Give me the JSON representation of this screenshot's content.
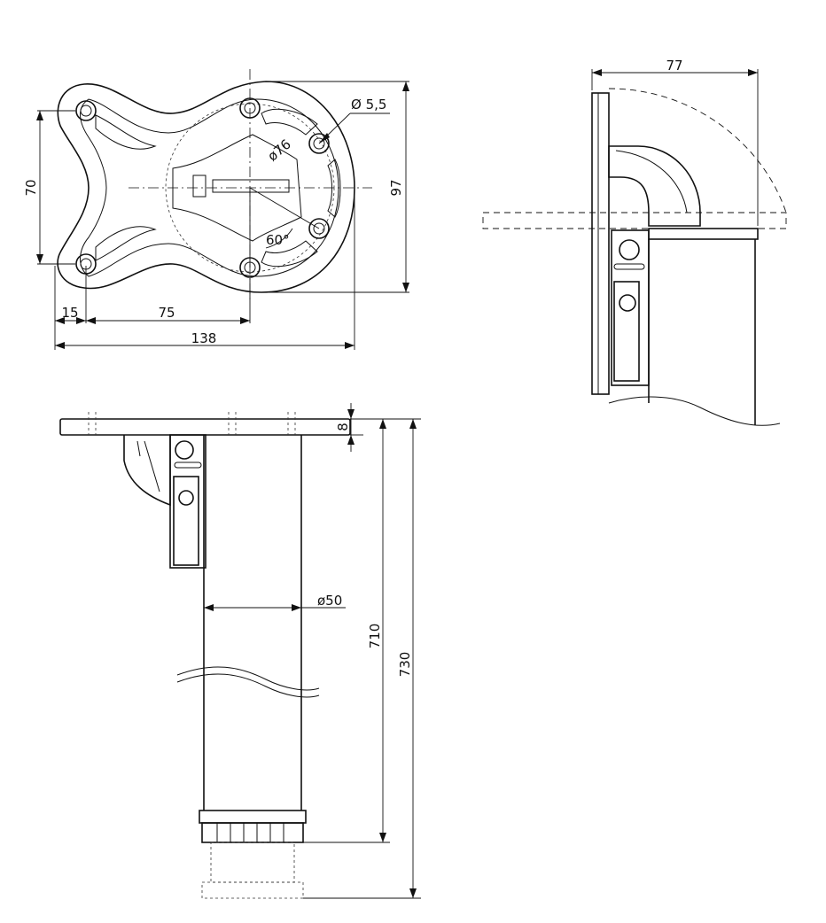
{
  "dimensions": {
    "top_view": {
      "hole_dia": "Ø 5,5",
      "pcd": "ø76",
      "angle": "60°",
      "hole_spacing_v": "70",
      "height": "97",
      "edge_offset": "15",
      "hole_spacing_h": "75",
      "width": "138"
    },
    "side_view": {
      "depth": "77"
    },
    "front_view": {
      "plate_thickness": "8",
      "tube_dia": "ø50",
      "height_tube": "710",
      "height_total": "730"
    }
  }
}
